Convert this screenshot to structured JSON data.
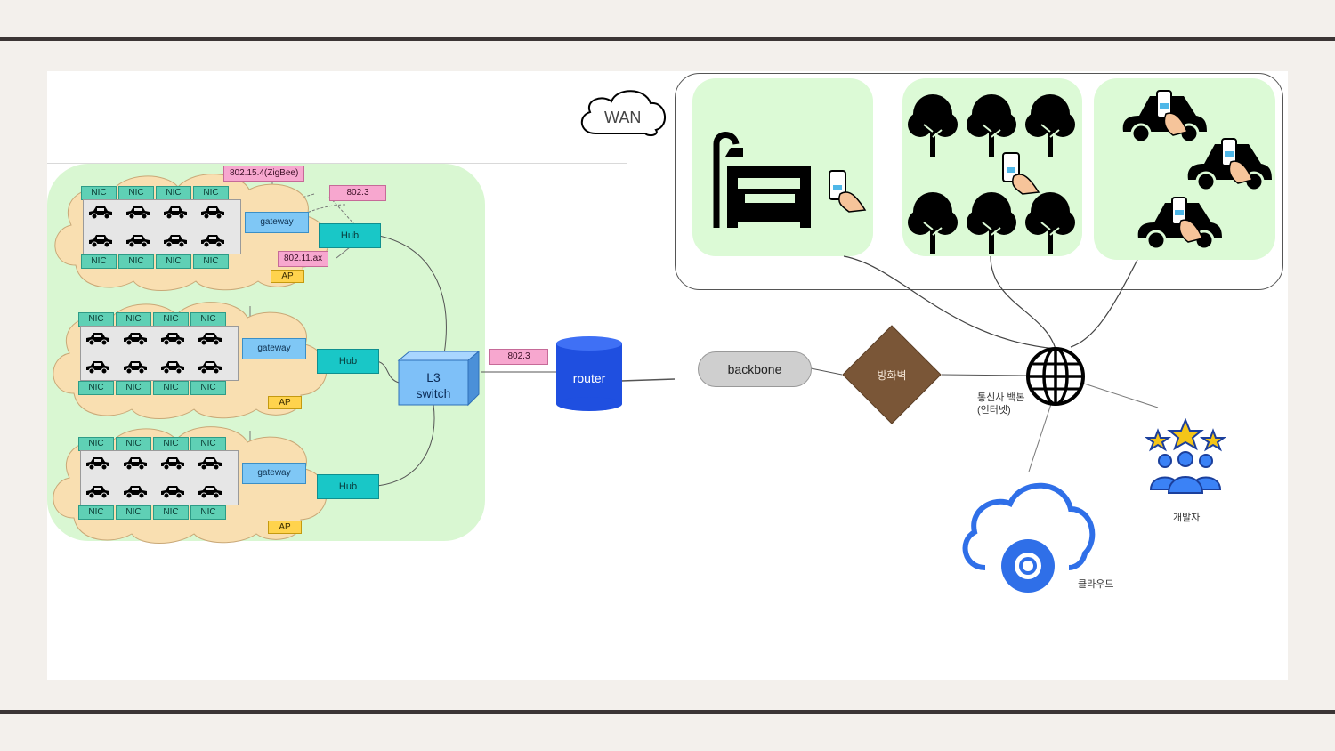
{
  "cluster": {
    "nic_label": "NIC",
    "gateway_label": "gateway",
    "hub_label": "Hub",
    "ap_label": "AP"
  },
  "protocols": {
    "zigbee": "802.15.4(ZigBee)",
    "p8023_top": "802.3",
    "wifi": "802.11.ax",
    "p8023_router": "802.3"
  },
  "l3switch": {
    "line1": "L3",
    "line2": "switch"
  },
  "router_label": "router",
  "wan_label": "WAN",
  "backbone_label": "backbone",
  "firewall_label": "방화벽",
  "internet_label_line1": "통신사 백본",
  "internet_label_line2": "(인터넷)",
  "developer_label": "개발자",
  "cloud_label": "클라우드",
  "colors": {
    "lan_zone": "#d9f7d2",
    "wan_panel": "#dcfad6",
    "router_blue": "#1f4fe0",
    "firewall_brown": "#7a5637",
    "cloud_blue": "#2f6fe8"
  }
}
